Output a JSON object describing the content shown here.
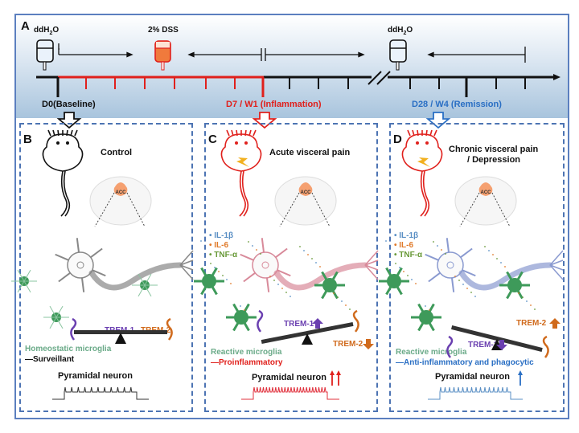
{
  "panel_a": {
    "letter": "A",
    "water_label_1": "ddH2O",
    "dss_label": "2% DSS",
    "water_label_2": "ddH2O",
    "timepoints": [
      {
        "label": "D0(Baseline)",
        "color": "#111111"
      },
      {
        "label": "D7 / W1 (Inflammation)",
        "color": "#e0201c"
      },
      {
        "label": "D28 / W4 (Remission)",
        "color": "#2a6fc4"
      }
    ]
  },
  "panels": [
    {
      "letter": "B",
      "title": "Control",
      "mouse_color": "#111111",
      "brain_region": "ACC",
      "cytokines": [],
      "trem1": "TREM-1",
      "trem2": "TREM-2",
      "trem1_change": "",
      "trem2_change": "",
      "microglia_state": "Homeostatic microglia",
      "microglia_function": "—Surveillant",
      "function_color": "#111111",
      "neuron_label": "Pyramidal neuron",
      "neuron_change": "",
      "trace_color": "#333333",
      "spike_count": 11
    },
    {
      "letter": "C",
      "title": "Acute visceral pain",
      "mouse_color": "#e0201c",
      "brain_region": "ACC",
      "cytokines": [
        "IL-1β",
        "IL-6",
        "TNF-α"
      ],
      "trem1": "TREM-1",
      "trem2": "TREM-2",
      "trem1_change": "up",
      "trem2_change": "down",
      "microglia_state": "Reactive microglia",
      "microglia_function": "—Proinflammatory",
      "function_color": "#e0201c",
      "neuron_label": "Pyramidal neuron",
      "neuron_change": "↑↑",
      "trace_color": "#e0303c",
      "spike_count": 24
    },
    {
      "letter": "D",
      "title": "Chronic visceral pain",
      "title_line2": "/ Depression",
      "mouse_color": "#e0201c",
      "brain_region": "ACC",
      "cytokines": [
        "IL-1β",
        "IL-6",
        "TNF-α"
      ],
      "trem1": "TREM-1",
      "trem2": "TREM-2",
      "trem1_change": "down",
      "trem2_change": "up",
      "microglia_state": "Reactive microglia",
      "microglia_function": "—Anti-inflammatory and phagocytic",
      "function_color": "#2a6fc4",
      "neuron_label": "Pyramidal neuron",
      "neuron_change": "↑",
      "trace_color": "#5a8fc4",
      "spike_count": 16
    }
  ],
  "colors": {
    "trem1": "#6a3fb0",
    "trem2": "#d06a1c",
    "microglia": "#5aa06a",
    "il1b": "#5a8fc4",
    "il6": "#e07a2a",
    "tnfa": "#6a9a3a",
    "frame": "#4d74b3"
  }
}
